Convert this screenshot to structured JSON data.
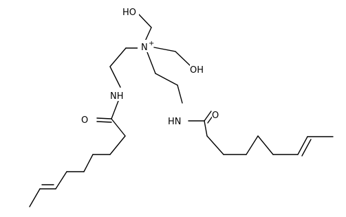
{
  "molecule": {
    "atoms": {
      "n_plus": {
        "symbol": "N",
        "charge": "+"
      },
      "oh_top": "HO",
      "oh_right": "OH",
      "nh_left": "NH",
      "nh_right": "HN",
      "o_left": "O",
      "o_right": "O"
    }
  },
  "colors": {
    "ink": "#000000",
    "background": "#ffffff"
  }
}
